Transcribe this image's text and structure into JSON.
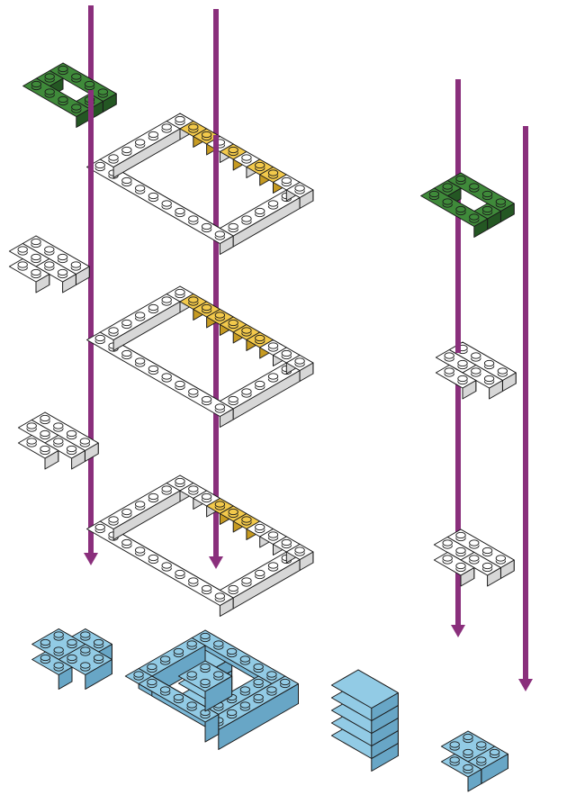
{
  "colors": {
    "outline": "#1a1a1a",
    "white_top": "#ffffff",
    "white_side_left": "#e9e9e9",
    "white_side_right": "#d7d7d7",
    "green_top": "#3f8a3a",
    "green_side_left": "#2f6e2c",
    "green_side_right": "#245723",
    "yellow_top": "#f2c94c",
    "yellow_side_left": "#d9ad2e",
    "yellow_side_right": "#c79b22",
    "blue_top": "#92cbe5",
    "blue_side_left": "#7ab7d6",
    "blue_side_right": "#68a6c6",
    "arrow": "#8a2f7c"
  },
  "colorway": {
    "green": [
      "green_top",
      "green_side_left",
      "green_side_right"
    ],
    "white": [
      "white_top",
      "white_side_left",
      "white_side_right"
    ],
    "yellow": [
      "yellow_top",
      "yellow_side_left",
      "yellow_side_right"
    ],
    "blue": [
      "blue_top",
      "blue_side_left",
      "blue_side_right"
    ]
  },
  "diagram": {
    "assembly_steps": [
      {
        "part": "corner-cap-left",
        "color": "green",
        "layer": 1
      },
      {
        "part": "frame-top",
        "color": "white",
        "accent": "yellow",
        "layer": 1
      },
      {
        "part": "corner-cap-right",
        "color": "green",
        "layer": 1
      },
      {
        "part": "corner-plate-left",
        "color": "white",
        "layer": 2
      },
      {
        "part": "frame-middle",
        "color": "white",
        "accent": "yellow",
        "layer": 2
      },
      {
        "part": "corner-plate-right",
        "color": "white",
        "layer": 2
      },
      {
        "part": "corner-plate-left",
        "color": "white",
        "layer": 3
      },
      {
        "part": "frame-lower",
        "color": "white",
        "accent": "yellow",
        "layer": 3
      },
      {
        "part": "corner-plate-right",
        "color": "white",
        "layer": 3
      },
      {
        "part": "base-structure",
        "color": "blue",
        "layer": 4
      }
    ],
    "guide_arrows": 4
  }
}
